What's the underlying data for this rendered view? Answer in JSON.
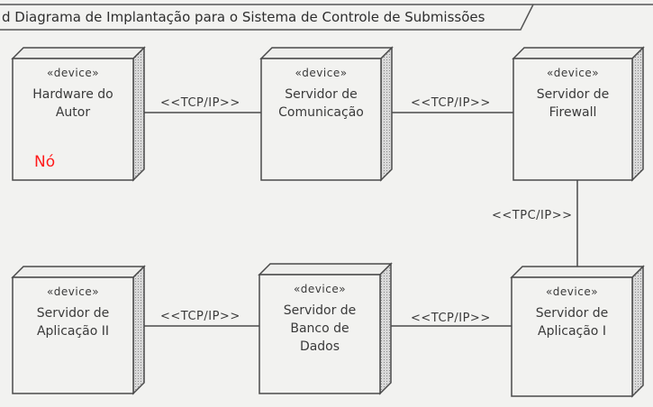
{
  "title": "d Diagrama de Implantação para o Sistema de Controle de Submissões",
  "annotation": "Nó",
  "nodes": [
    {
      "stereotype": "«device»",
      "line1": "Hardware do",
      "line2": "Autor"
    },
    {
      "stereotype": "«device»",
      "line1": "Servidor de",
      "line2": "Comunicação"
    },
    {
      "stereotype": "«device»",
      "line1": "Servidor de",
      "line2": "Firewall"
    },
    {
      "stereotype": "«device»",
      "line1": "Servidor de",
      "line2": "Aplicação II"
    },
    {
      "stereotype": "«device»",
      "line1": "Servidor de",
      "line2": "Banco de",
      "line3": "Dados"
    },
    {
      "stereotype": "«device»",
      "line1": "Servidor de",
      "line2": "Aplicação I"
    }
  ],
  "links": [
    {
      "label": "<<TCP/IP>>"
    },
    {
      "label": "<<TCP/IP>>"
    },
    {
      "label": "<<TPC/IP>>"
    },
    {
      "label": "<<TCP/IP>>"
    },
    {
      "label": "<<TCP/IP>>"
    }
  ],
  "colors": {
    "line": "#4a4a4a",
    "annotation": "#ff1a1a",
    "background": "#f2f2f0"
  }
}
